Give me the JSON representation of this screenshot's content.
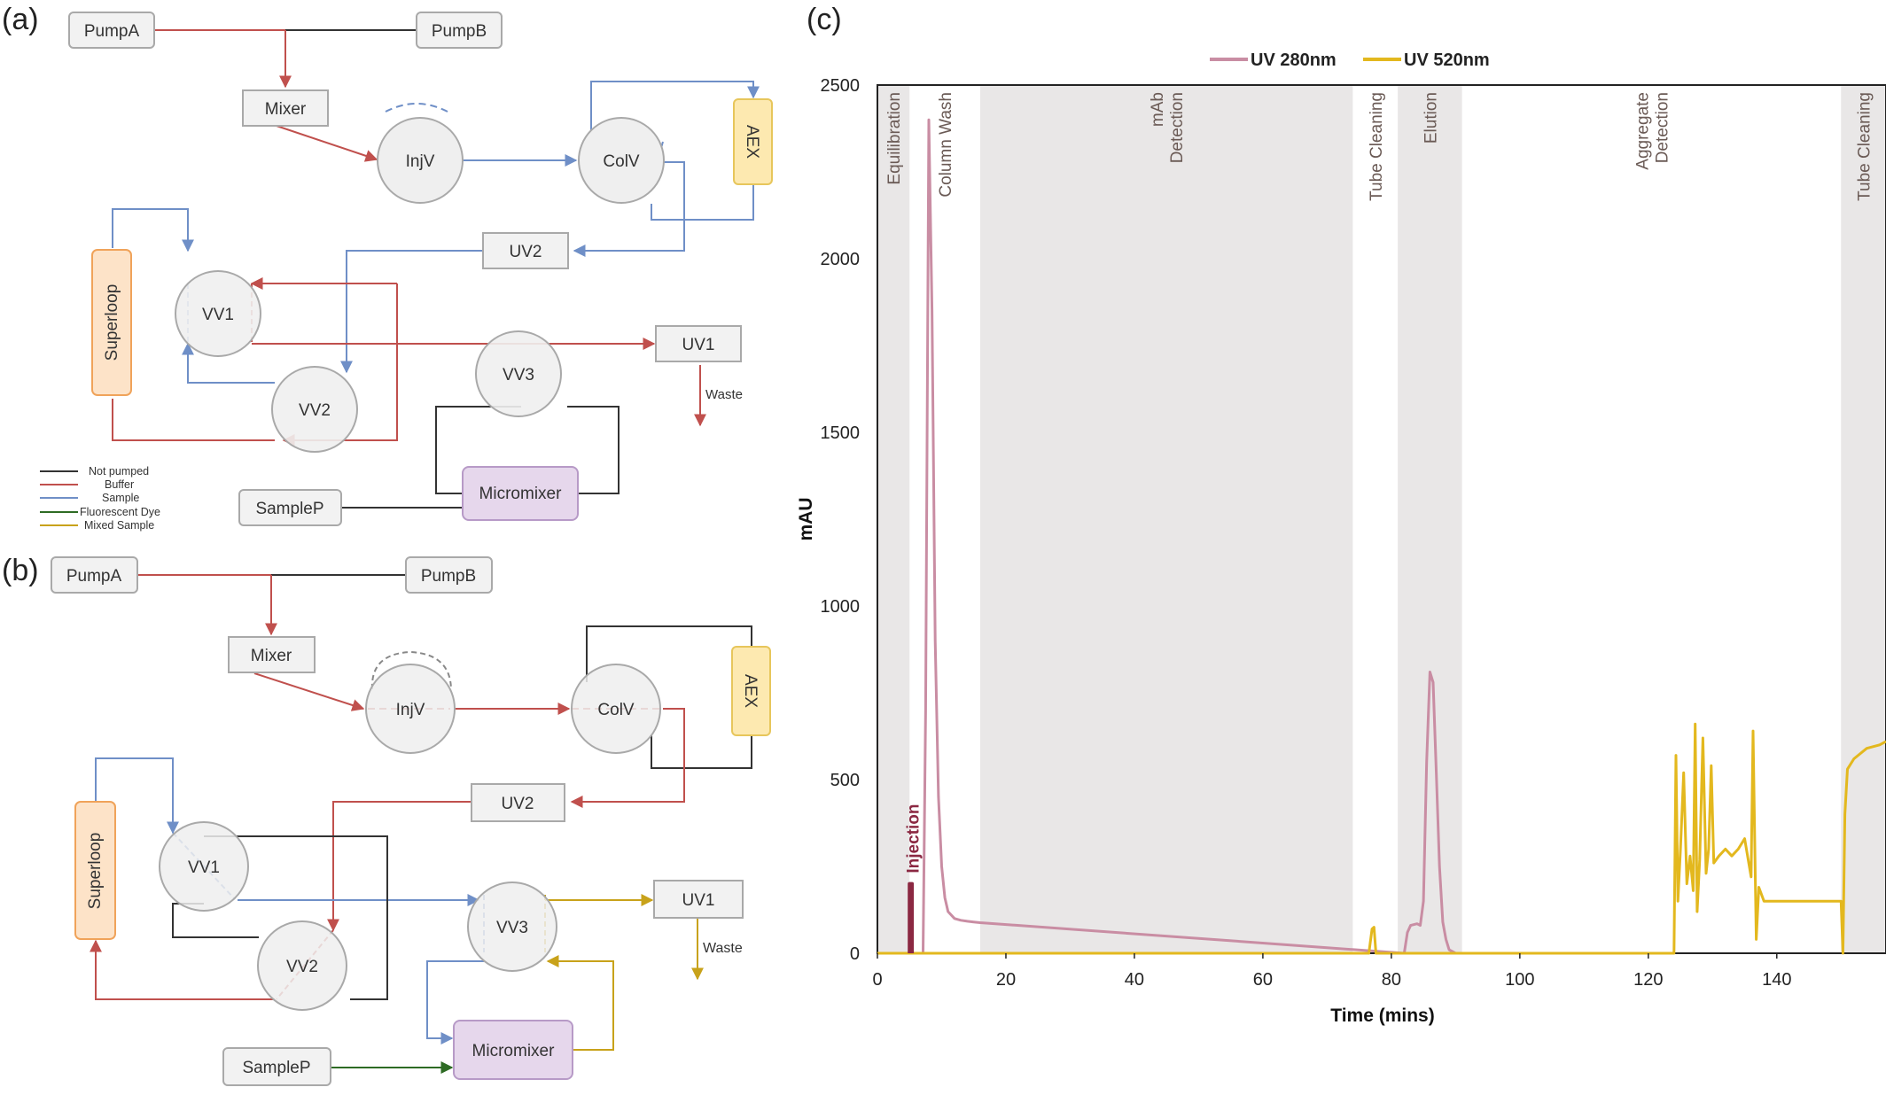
{
  "panels": {
    "a": "(a)",
    "b": "(b)",
    "c": "(c)"
  },
  "colors": {
    "not_pumped": "#333333",
    "buffer": "#c0504d",
    "sample": "#6f8fc7",
    "fluorescent_dye": "#2e6b24",
    "mixed_sample": "#c8a21a",
    "uv280": "#c98da3",
    "uv520": "#e3b81e",
    "injection": "#8b2842",
    "phase_shade": "#e9e7e7",
    "superloop_fill": "#fde3c8",
    "aex_fill": "#fde9b0",
    "micromixer_fill": "#e6d7ec"
  },
  "diagram_a": {
    "pump_a": "PumpA",
    "pump_b": "PumpB",
    "mixer": "Mixer",
    "inj_valve": "InjV",
    "col_valve": "ColV",
    "aex": "AEX",
    "uv2": "UV2",
    "superloop": "Superloop",
    "vv1": "VV1",
    "vv2": "VV2",
    "vv3": "VV3",
    "uv1": "UV1",
    "waste": "Waste",
    "micromixer": "Micromixer",
    "sample_pump": "SampleP"
  },
  "legend": {
    "not_pumped": "Not pumped",
    "buffer": "Buffer",
    "sample": "Sample",
    "fluorescent_dye": "Fluorescent Dye",
    "mixed_sample": "Mixed Sample"
  },
  "diagram_b": {
    "pump_a": "PumpA",
    "pump_b": "PumpB",
    "mixer": "Mixer",
    "inj_valve": "InjV",
    "col_valve": "ColV",
    "aex": "AEX",
    "uv2": "UV2",
    "superloop": "Superloop",
    "vv1": "VV1",
    "vv2": "VV2",
    "vv3": "VV3",
    "uv1": "UV1",
    "waste": "Waste",
    "micromixer": "Micromixer",
    "sample_pump": "SampleP"
  },
  "chart_data": {
    "type": "line",
    "xlabel": "Time (mins)",
    "ylabel": "mAU",
    "xlim": [
      0,
      157
    ],
    "ylim": [
      0,
      2500
    ],
    "x_ticks": [
      0,
      20,
      40,
      60,
      80,
      100,
      120,
      140
    ],
    "y_ticks": [
      0,
      500,
      1000,
      1500,
      2000,
      2500
    ],
    "legend_position": "top-center",
    "series": [
      {
        "name": "UV 280nm",
        "color": "#c98da3",
        "x": [
          0,
          7.1,
          7.5,
          8,
          8.5,
          9,
          9.5,
          10,
          10.5,
          11,
          12,
          13,
          14,
          15,
          16,
          82,
          82.5,
          83,
          84,
          84.5,
          85,
          85.5,
          86,
          86.5,
          87,
          87.5,
          88,
          88.5,
          89,
          90,
          91
        ],
        "y": [
          0,
          0,
          700,
          2400,
          1850,
          900,
          450,
          250,
          160,
          120,
          100,
          95,
          92,
          90,
          88,
          0,
          60,
          80,
          85,
          80,
          150,
          550,
          810,
          780,
          520,
          250,
          90,
          40,
          10,
          0,
          0
        ]
      },
      {
        "name": "UV 520nm",
        "color": "#e3b81e",
        "x": [
          0,
          76.5,
          77,
          77.3,
          77.6,
          78,
          124,
          124.3,
          124.6,
          125,
          125.5,
          126,
          126.5,
          127,
          127.3,
          127.6,
          128,
          128.5,
          129,
          129.4,
          129.8,
          130.2,
          131,
          132,
          133,
          134,
          135,
          136,
          136.3,
          136.8,
          137.2,
          138,
          140,
          145,
          150,
          150.3,
          150.6,
          151,
          152,
          154,
          156,
          157
        ],
        "y": [
          0,
          0,
          70,
          75,
          0,
          0,
          0,
          570,
          150,
          300,
          520,
          200,
          280,
          180,
          660,
          120,
          270,
          620,
          230,
          300,
          540,
          260,
          280,
          300,
          280,
          300,
          330,
          220,
          640,
          40,
          190,
          150,
          150,
          150,
          150,
          0,
          400,
          530,
          560,
          590,
          600,
          610
        ]
      },
      {
        "name": "Injection",
        "color": "#8b2842",
        "x": [
          5,
          5,
          5.4,
          5.4
        ],
        "y": [
          0,
          200,
          200,
          0
        ]
      }
    ],
    "phases": [
      {
        "label": "Equilibration",
        "x": [
          0,
          5
        ],
        "shaded": true
      },
      {
        "label": "Column Wash",
        "x": [
          5,
          16
        ],
        "shaded": false
      },
      {
        "label": "mAb Detection",
        "x": [
          16,
          74
        ],
        "shaded": true
      },
      {
        "label": "Tube Cleaning",
        "x": [
          74,
          81
        ],
        "shaded": false
      },
      {
        "label": "Elution",
        "x": [
          81,
          91
        ],
        "shaded": true
      },
      {
        "label": "Aggregate Detection",
        "x": [
          91,
          150
        ],
        "shaded": false
      },
      {
        "label": "Tube Cleaning",
        "x": [
          150,
          157
        ],
        "shaded": true
      }
    ],
    "annotations": [
      {
        "text": "Injection",
        "x": 5.2,
        "y": 200
      }
    ]
  }
}
